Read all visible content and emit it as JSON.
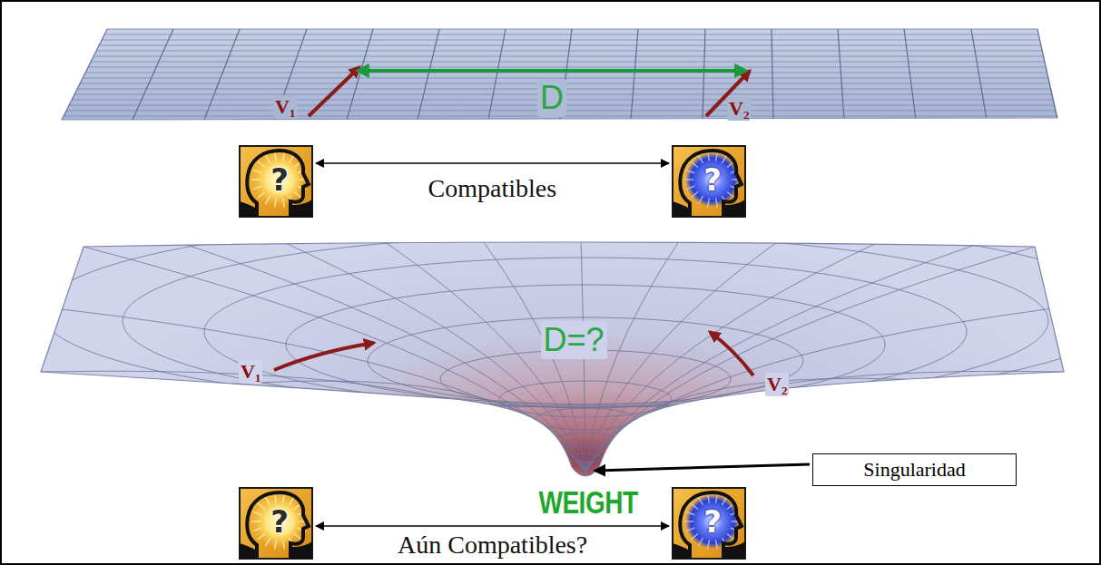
{
  "diagram": {
    "nodes": [
      {
        "text": [
          "?"
        ]
      },
      {
        "text": [
          "?"
        ]
      },
      {
        "text": [
          "Singularidad"
        ]
      },
      {
        "text": [
          "?"
        ]
      },
      {
        "text": [
          "?"
        ]
      }
    ],
    "edges": [
      {
        "from": 0,
        "to": 1,
        "arrow": "both",
        "label": "Compatibles"
      },
      {
        "from": 3,
        "to": 4,
        "arrow": "both",
        "label": "Aún Compatibles?"
      }
    ],
    "labels": [
      "V₁",
      "D",
      "V₂",
      "D=?",
      "V₁",
      "V₂",
      "WEIGHT"
    ]
  }
}
